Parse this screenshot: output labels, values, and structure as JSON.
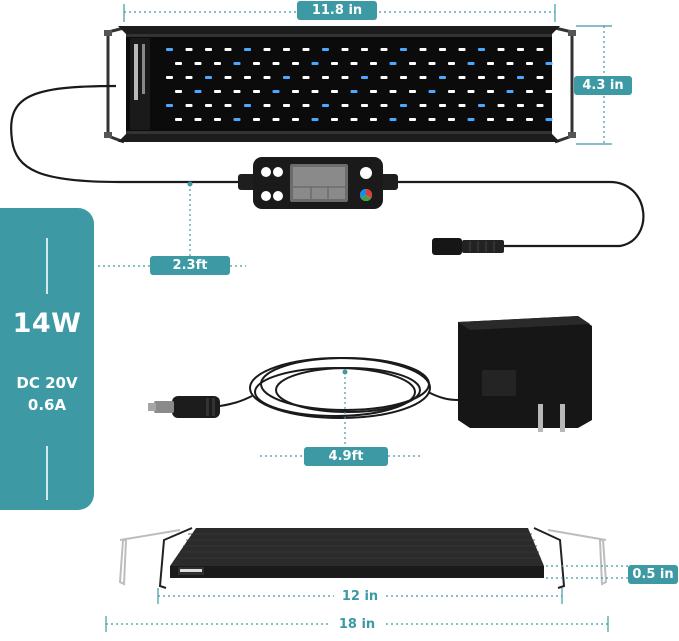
{
  "spec_panel": {
    "wattage": "14W",
    "voltage": "DC 20V",
    "current": "0.6A"
  },
  "dimensions": {
    "light_length": "11.8 in",
    "light_height": "4.3 in",
    "controller_cable": "2.3ft",
    "adapter_cable": "4.9ft",
    "light_thickness": "0.5 in",
    "bracket_min": "12 in",
    "bracket_max": "18 in"
  },
  "colors": {
    "accent": "#3d9aa4",
    "light_body": "#111111",
    "led_white": "#ffffff",
    "led_blue": "#4aa8ff"
  }
}
